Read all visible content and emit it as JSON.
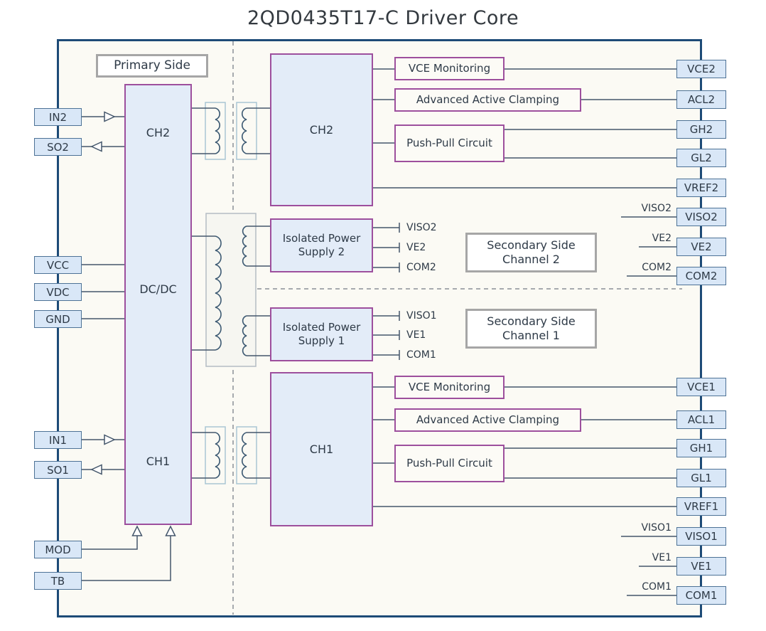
{
  "title": "2QD0435T17-C Driver Core",
  "labels": {
    "primary_side": "Primary Side",
    "secondary_ch2": "Secondary Side Channel 2",
    "secondary_ch1": "Secondary Side Channel 1"
  },
  "central_block": {
    "top": "CH2",
    "middle": "DC/DC",
    "bottom": "CH1"
  },
  "channel2": {
    "block": "CH2",
    "vce_monitoring": "VCE Monitoring",
    "active_clamping": "Advanced Active Clamping",
    "push_pull": "Push-Pull Circuit",
    "supply": "Isolated Power Supply 2",
    "supply_outputs": [
      "VISO2",
      "VE2",
      "COM2"
    ]
  },
  "channel1": {
    "block": "CH1",
    "vce_monitoring": "VCE Monitoring",
    "active_clamping": "Advanced Active Clamping",
    "push_pull": "Push-Pull Circuit",
    "supply": "Isolated Power Supply 1",
    "supply_outputs": [
      "VISO1",
      "VE1",
      "COM1"
    ]
  },
  "left_pins": [
    {
      "label": "IN2"
    },
    {
      "label": "SO2"
    },
    {
      "label": "VCC"
    },
    {
      "label": "VDC"
    },
    {
      "label": "GND"
    },
    {
      "label": "IN1"
    },
    {
      "label": "SO1"
    },
    {
      "label": "MOD"
    },
    {
      "label": "TB"
    }
  ],
  "right_pins": [
    {
      "label": "VCE2"
    },
    {
      "label": "ACL2"
    },
    {
      "label": "GH2"
    },
    {
      "label": "GL2"
    },
    {
      "label": "VREF2"
    },
    {
      "label": "VISO2"
    },
    {
      "label": "VE2"
    },
    {
      "label": "COM2"
    },
    {
      "label": "VCE1"
    },
    {
      "label": "ACL1"
    },
    {
      "label": "GH1"
    },
    {
      "label": "GL1"
    },
    {
      "label": "VREF1"
    },
    {
      "label": "VISO1"
    },
    {
      "label": "VE1"
    },
    {
      "label": "COM1"
    }
  ],
  "colors": {
    "boundary": "#1d4b77",
    "purple_border": "#9d4f9d",
    "block_fill": "#e3ecf8",
    "pin_fill": "#d9e7f7",
    "wire": "#44566b",
    "label_box_border": "#a6a6a6"
  }
}
